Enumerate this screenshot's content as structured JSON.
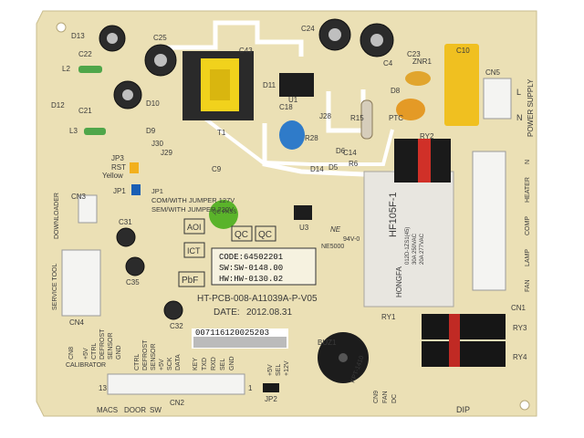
{
  "board": {
    "part_number": "HT-PCB-008-A11039A-P-V05",
    "date_label": "DATE:",
    "date": "2012.08.31",
    "serial_sticker": "007116120025203",
    "code_sticker": [
      "CODE:64502201",
      "SW:SW-0148.00",
      "HW:HW-0130.02"
    ],
    "qc_pass": "QC PASS",
    "marks": [
      "AOI",
      "ICT",
      "QC",
      "PbF",
      "QC"
    ],
    "ne_label": "NE",
    "ne5000": "NE5000",
    "ul_code": "94V-0"
  },
  "jumpers": {
    "jp3_label": "JP3",
    "rst": "RST",
    "yellow": "Yellow",
    "jp1_label": "JP1",
    "jp1_text": [
      "JP1",
      "COM/WITH JUMPER 127V",
      "SEM/WITH JUMPER 220V"
    ]
  },
  "connectors": {
    "cn3": "CN3",
    "downloader": "DOWNLOADER",
    "service_tool": "SERVICE TOOL",
    "cn4": "CN4",
    "cn8": "CN8",
    "calibrator": "CALIBRATOR",
    "cn8_pins": [
      "+5V",
      "CTRL",
      "DEFROST",
      "SENSOR",
      "GND"
    ],
    "cn2": "CN2",
    "cn2_pins": [
      "CTRL",
      "DEFROST",
      "SENSOR",
      "+5V",
      "SCK",
      "DATA",
      "KEY",
      "TXD",
      "RXD",
      "SEL",
      "GND"
    ],
    "cn2_num_left": "13",
    "cn2_num_right": "1",
    "cn2_bottom": [
      "MACS",
      "DOOR",
      "SW"
    ],
    "cn5": "CN5",
    "power_supply": "POWER SUPPLY",
    "l_mark": "L",
    "n_mark": "N",
    "cn1": "CN1",
    "cn1_labels": [
      "N",
      "HEATER",
      "COMP",
      "LAMP",
      "FAN"
    ],
    "cn9": "CN9",
    "cn9_pins": [
      "FAN",
      "DC"
    ],
    "jp2": "JP2",
    "jp2_pins": [
      "+5V",
      "SEL",
      "+12V"
    ],
    "dip": "DIP"
  },
  "components": {
    "labels": [
      "D13",
      "C22",
      "L2",
      "C25",
      "C43",
      "C24",
      "C23",
      "C10",
      "C4",
      "ZNR1",
      "D12",
      "C21",
      "D10",
      "D11",
      "U1",
      "L3",
      "D9",
      "C18",
      "J28",
      "R15",
      "D8",
      "PTC",
      "R28",
      "C9",
      "T1",
      "C14",
      "D14",
      "RY2",
      "J29",
      "J30",
      "U3",
      "D5",
      "D6",
      "R6",
      "C31",
      "C35",
      "C32",
      "RY1",
      "BUZ1",
      "RY3",
      "RY4",
      "NE"
    ]
  },
  "relay_text": [
    "HF105F-1",
    "012D-1ZS1(45)",
    "30A 250VAC",
    "20A 277VAC",
    "HONGFA"
  ],
  "buzzer_text": "KPT-1410",
  "colors": {
    "pcb": "#ebe0b5",
    "silk": "#3a3a3a",
    "relay": "#e8e6e0",
    "xformer": "#f1d21c",
    "sticker_green": "#5ab32a"
  }
}
